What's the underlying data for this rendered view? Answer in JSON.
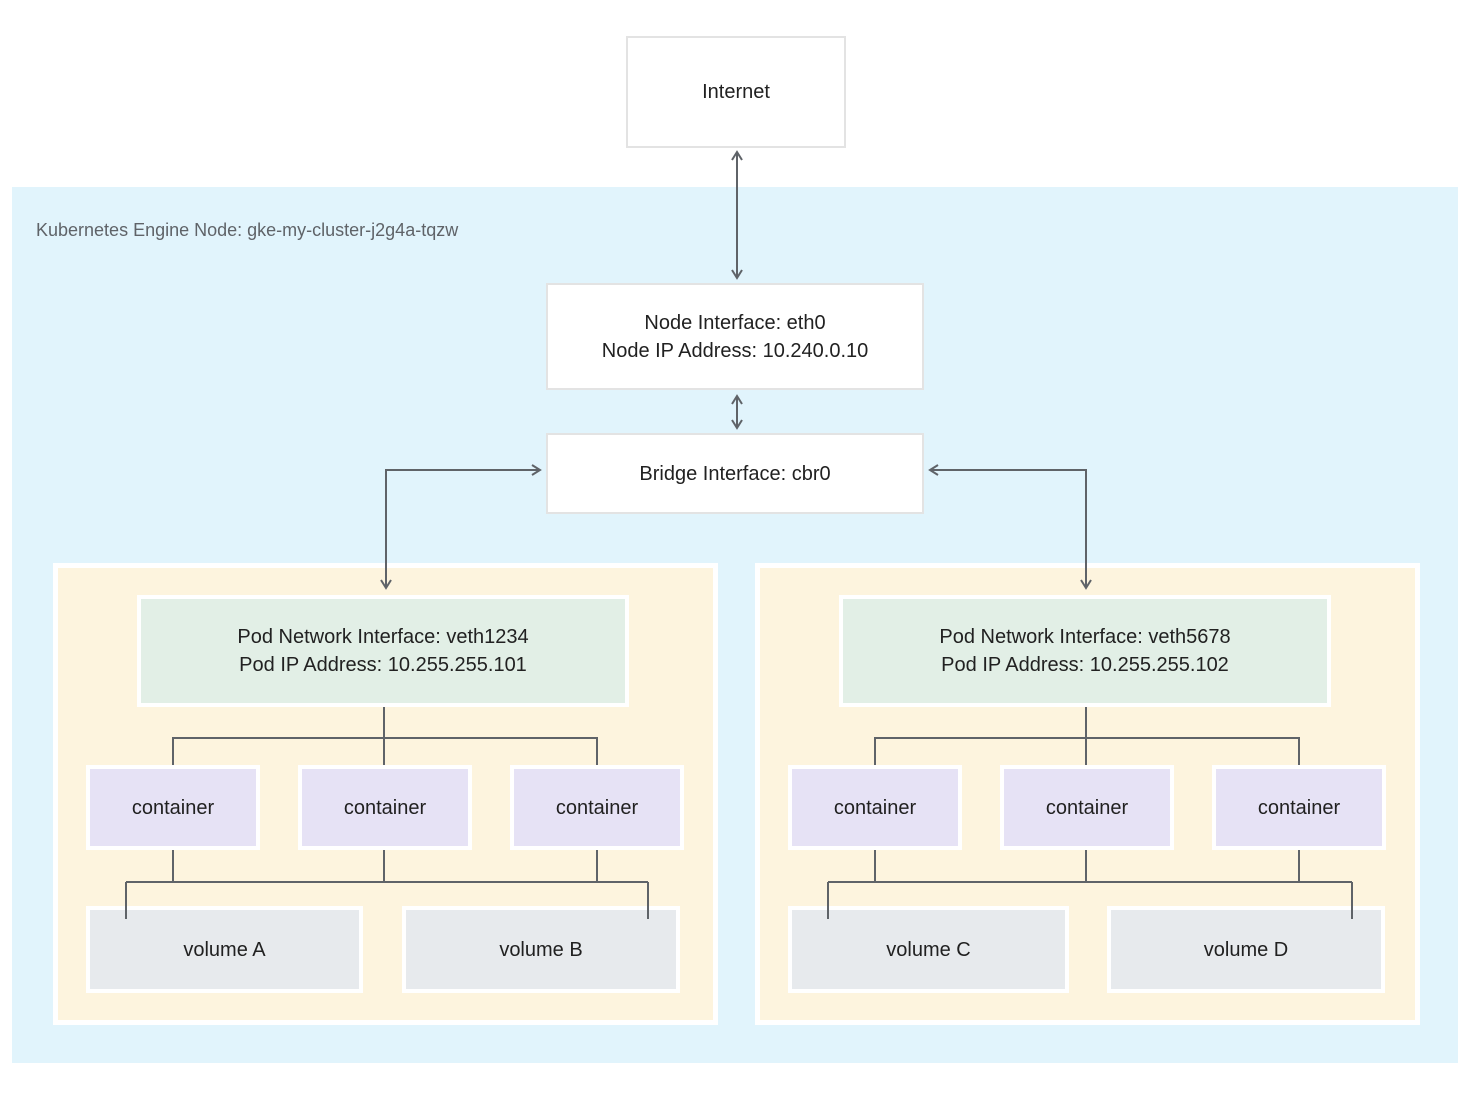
{
  "internet": {
    "label": "Internet"
  },
  "node_panel": {
    "label": "Kubernetes Engine Node: gke-my-cluster-j2g4a-tqzw",
    "node_interface": {
      "line1": "Node Interface: eth0",
      "line2": "Node IP Address: 10.240.0.10"
    },
    "bridge_interface": {
      "label": "Bridge Interface: cbr0"
    },
    "pods": [
      {
        "interface": {
          "line1": "Pod Network Interface: veth1234",
          "line2": "Pod IP Address: 10.255.255.101"
        },
        "containers": [
          "container",
          "container",
          "container"
        ],
        "volumes": [
          "volume A",
          "volume B"
        ]
      },
      {
        "interface": {
          "line1": "Pod Network Interface: veth5678",
          "line2": "Pod IP Address: 10.255.255.102"
        },
        "containers": [
          "container",
          "container",
          "container"
        ],
        "volumes": [
          "volume C",
          "volume D"
        ]
      }
    ]
  },
  "colors": {
    "node_panel_bg": "#e1f4fc",
    "pod_bg": "#fdf4de",
    "pod_interface_bg": "#e2efe6",
    "container_bg": "#e6e2f5",
    "volume_bg": "#e7eaed",
    "plain_box_border": "#e3e3e3",
    "wire": "#5f6368",
    "text": "#212121",
    "panel_label_text": "#5f6368"
  }
}
